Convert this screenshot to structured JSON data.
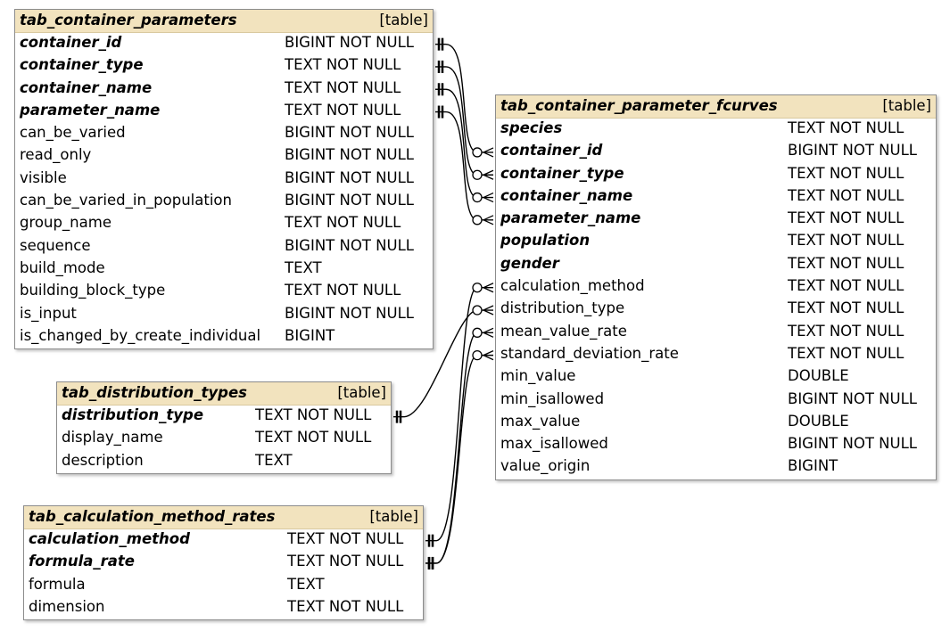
{
  "tables": [
    {
      "name": "tab_container_parameters",
      "kind": "[table]",
      "columns": [
        {
          "name": "container_id",
          "type": "BIGINT NOT NULL",
          "key": true
        },
        {
          "name": "container_type",
          "type": "TEXT NOT NULL",
          "key": true
        },
        {
          "name": "container_name",
          "type": "TEXT NOT NULL",
          "key": true
        },
        {
          "name": "parameter_name",
          "type": "TEXT NOT NULL",
          "key": true
        },
        {
          "name": "can_be_varied",
          "type": "BIGINT NOT NULL",
          "key": false
        },
        {
          "name": "read_only",
          "type": "BIGINT NOT NULL",
          "key": false
        },
        {
          "name": "visible",
          "type": "BIGINT NOT NULL",
          "key": false
        },
        {
          "name": "can_be_varied_in_population",
          "type": "BIGINT NOT NULL",
          "key": false
        },
        {
          "name": "group_name",
          "type": "TEXT NOT NULL",
          "key": false
        },
        {
          "name": "sequence",
          "type": "BIGINT NOT NULL",
          "key": false
        },
        {
          "name": "build_mode",
          "type": "TEXT",
          "key": false
        },
        {
          "name": "building_block_type",
          "type": "TEXT NOT NULL",
          "key": false
        },
        {
          "name": "is_input",
          "type": "BIGINT NOT NULL",
          "key": false
        },
        {
          "name": "is_changed_by_create_individual",
          "type": "BIGINT",
          "key": false
        }
      ]
    },
    {
      "name": "tab_container_parameter_fcurves",
      "kind": "[table]",
      "columns": [
        {
          "name": "species",
          "type": "TEXT NOT NULL",
          "key": true
        },
        {
          "name": "container_id",
          "type": "BIGINT NOT NULL",
          "key": true
        },
        {
          "name": "container_type",
          "type": "TEXT NOT NULL",
          "key": true
        },
        {
          "name": "container_name",
          "type": "TEXT NOT NULL",
          "key": true
        },
        {
          "name": "parameter_name",
          "type": "TEXT NOT NULL",
          "key": true
        },
        {
          "name": "population",
          "type": "TEXT NOT NULL",
          "key": true
        },
        {
          "name": "gender",
          "type": "TEXT NOT NULL",
          "key": true
        },
        {
          "name": "calculation_method",
          "type": "TEXT NOT NULL",
          "key": false
        },
        {
          "name": "distribution_type",
          "type": "TEXT NOT NULL",
          "key": false
        },
        {
          "name": "mean_value_rate",
          "type": "TEXT NOT NULL",
          "key": false
        },
        {
          "name": "standard_deviation_rate",
          "type": "TEXT NOT NULL",
          "key": false
        },
        {
          "name": "min_value",
          "type": "DOUBLE",
          "key": false
        },
        {
          "name": "min_isallowed",
          "type": "BIGINT NOT NULL",
          "key": false
        },
        {
          "name": "max_value",
          "type": "DOUBLE",
          "key": false
        },
        {
          "name": "max_isallowed",
          "type": "BIGINT NOT NULL",
          "key": false
        },
        {
          "name": "value_origin",
          "type": "BIGINT",
          "key": false
        }
      ]
    },
    {
      "name": "tab_distribution_types",
      "kind": "[table]",
      "columns": [
        {
          "name": "distribution_type",
          "type": "TEXT NOT NULL",
          "key": true
        },
        {
          "name": "display_name",
          "type": "TEXT NOT NULL",
          "key": false
        },
        {
          "name": "description",
          "type": "TEXT",
          "key": false
        }
      ]
    },
    {
      "name": "tab_calculation_method_rates",
      "kind": "[table]",
      "columns": [
        {
          "name": "calculation_method",
          "type": "TEXT NOT NULL",
          "key": true
        },
        {
          "name": "formula_rate",
          "type": "TEXT NOT NULL",
          "key": true
        },
        {
          "name": "formula",
          "type": "TEXT",
          "key": false
        },
        {
          "name": "dimension",
          "type": "TEXT NOT NULL",
          "key": false
        }
      ]
    }
  ],
  "relationships": [
    {
      "from_table": "tab_container_parameters",
      "from_column": "container_id",
      "to_table": "tab_container_parameter_fcurves",
      "to_column": "container_id"
    },
    {
      "from_table": "tab_container_parameters",
      "from_column": "container_type",
      "to_table": "tab_container_parameter_fcurves",
      "to_column": "container_type"
    },
    {
      "from_table": "tab_container_parameters",
      "from_column": "container_name",
      "to_table": "tab_container_parameter_fcurves",
      "to_column": "container_name"
    },
    {
      "from_table": "tab_container_parameters",
      "from_column": "parameter_name",
      "to_table": "tab_container_parameter_fcurves",
      "to_column": "parameter_name"
    },
    {
      "from_table": "tab_distribution_types",
      "from_column": "distribution_type",
      "to_table": "tab_container_parameter_fcurves",
      "to_column": "distribution_type"
    },
    {
      "from_table": "tab_calculation_method_rates",
      "from_column": "calculation_method",
      "to_table": "tab_container_parameter_fcurves",
      "to_column": "calculation_method"
    },
    {
      "from_table": "tab_calculation_method_rates",
      "from_column": "formula_rate",
      "to_table": "tab_container_parameter_fcurves",
      "to_column": "mean_value_rate"
    },
    {
      "from_table": "tab_calculation_method_rates",
      "from_column": "formula_rate",
      "to_table": "tab_container_parameter_fcurves",
      "to_column": "standard_deviation_rate"
    }
  ],
  "colors": {
    "header": "#f2e3be",
    "border": "#8c8c8c",
    "line": "#000000"
  }
}
